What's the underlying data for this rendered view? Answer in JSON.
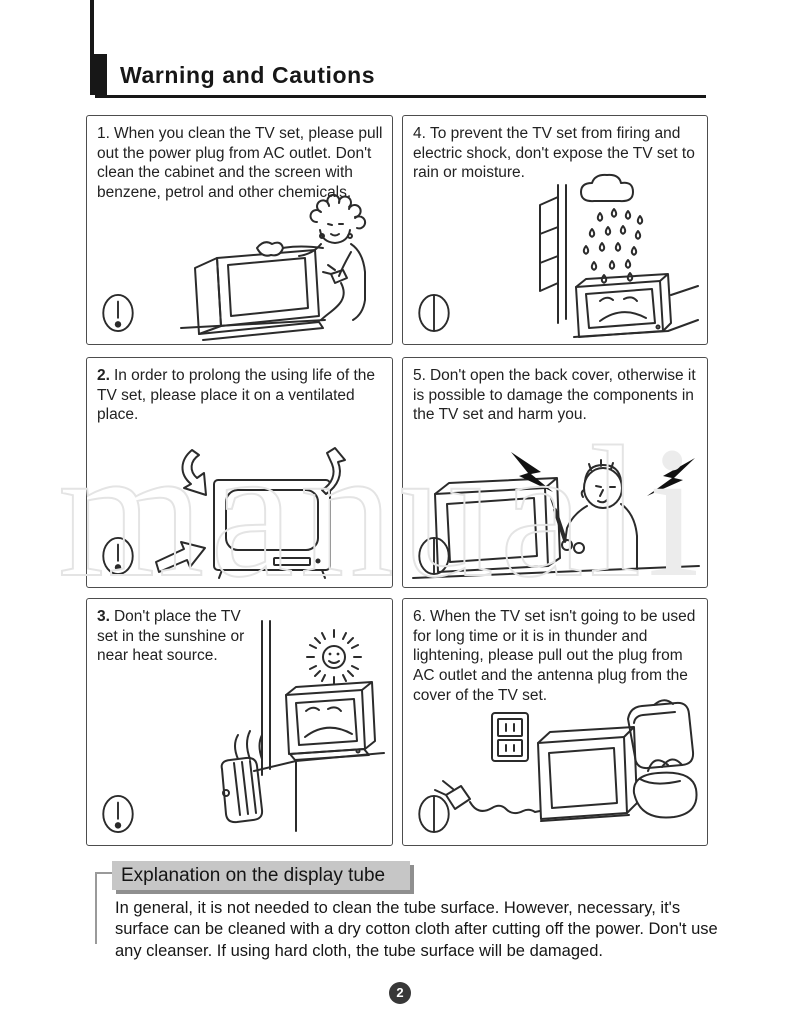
{
  "page": {
    "title": "Warning and Cautions",
    "number": "2",
    "watermark_main": "manual",
    "watermark_tail": "i"
  },
  "colors": {
    "ink": "#171717",
    "box_border": "#4d4d4d",
    "explanation_bg": "#c6c6c6",
    "explanation_shadow": "#8f8f8f",
    "watermark": "#e4e4e4",
    "page_number_bg": "#383838"
  },
  "warnings": [
    {
      "number": "1.",
      "text": "When you clean the TV set, please pull out the power plug from AC outlet. Don't clean the cabinet and the screen with benzene, petrol and other chemicals.",
      "icon": "exclamation-circle-icon",
      "illustration": "woman-cleaning-tv-with-unplugged-cord"
    },
    {
      "number": "2.",
      "text": "In order to prolong the using life of the TV set, please place it on a ventilated place.",
      "icon": "exclamation-circle-icon",
      "illustration": "tv-with-ventilation-arrows"
    },
    {
      "number": "3.",
      "text": "Don't place the TV set in the sunshine or near heat source.",
      "icon": "exclamation-circle-icon",
      "illustration": "sad-tv-near-sun-and-heater"
    },
    {
      "number": "4.",
      "text": "To prevent the TV set from firing and electric shock, don't expose the TV set to rain or moisture.",
      "icon": "crossed-circle-icon",
      "illustration": "sad-tv-under-rain-by-window"
    },
    {
      "number": "5.",
      "text": "Don't open the back cover, otherwise it is possible to damage the components in the TV set and harm you.",
      "icon": "crossed-circle-icon",
      "illustration": "man-behind-tv-with-lightning-bolts"
    },
    {
      "number": "6.",
      "text": "When the TV set isn't going to be used for long time or it is in thunder and lightening, please pull out the plug from AC outlet and the antenna plug from the cover of the TV set.",
      "icon": "crossed-circle-icon",
      "illustration": "unplugged-tv-with-luggage-and-outlet"
    }
  ],
  "explanation": {
    "title": "Explanation on the display tube",
    "body": "In general, it is not needed to clean the tube surface. However, necessary, it's surface can be cleaned with a dry cotton cloth after cutting off the power. Don't use any cleanser. If using hard cloth, the tube surface will be damaged."
  }
}
